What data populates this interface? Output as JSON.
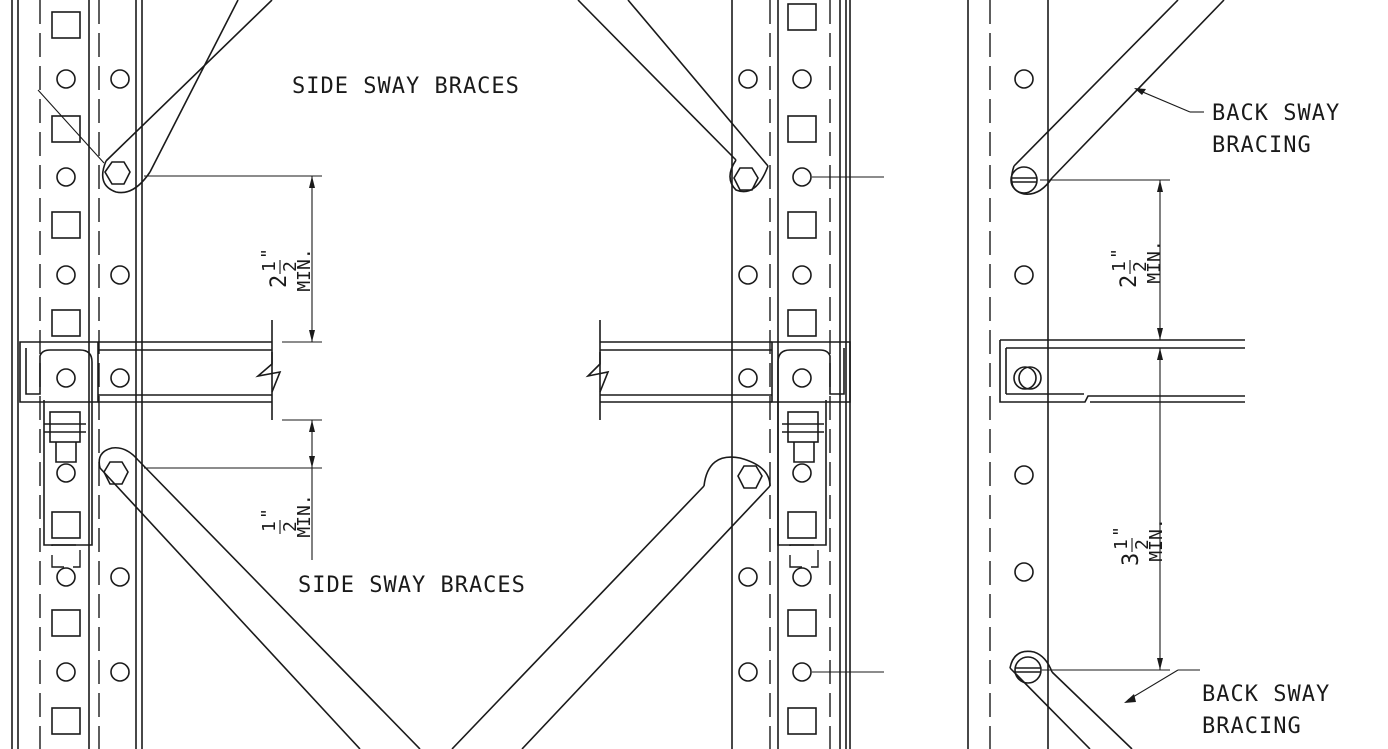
{
  "labels": {
    "side_sway_top": "SIDE SWAY BRACES",
    "side_sway_bottom": "SIDE SWAY BRACES",
    "back_sway_top_line1": "BACK SWAY",
    "back_sway_top_line2": "BRACING",
    "back_sway_bottom_line1": "BACK SWAY",
    "back_sway_bottom_line2": "BRACING"
  },
  "dimensions": {
    "side_top": {
      "whole": "2",
      "num": "1",
      "den": "2",
      "unit": "\"",
      "note": "MIN."
    },
    "side_bottom": {
      "whole": "",
      "num": "1",
      "den": "2",
      "unit": "\"",
      "note": "MIN."
    },
    "back_top": {
      "whole": "2",
      "num": "1",
      "den": "2",
      "unit": "\"",
      "note": "MIN."
    },
    "back_bottom": {
      "whole": "3",
      "num": "1",
      "den": "2",
      "unit": "\"",
      "note": "MIN."
    }
  }
}
